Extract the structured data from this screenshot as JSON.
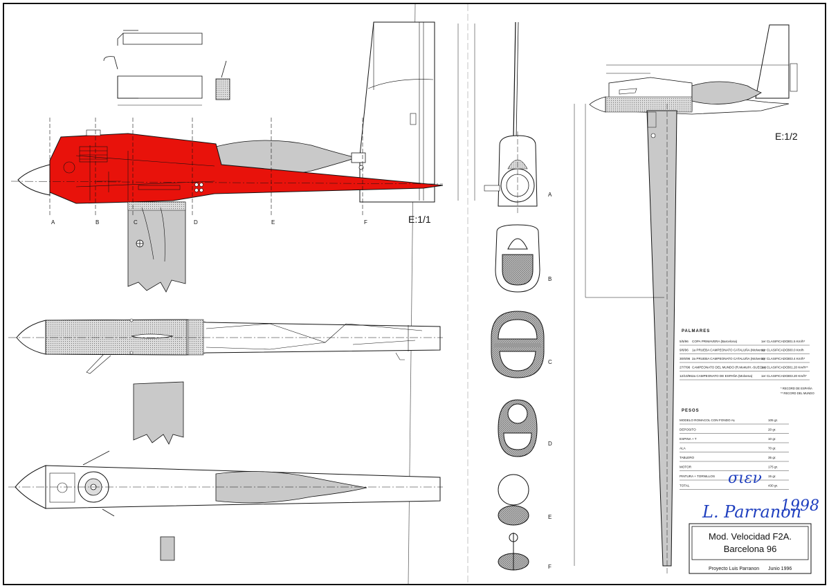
{
  "section_labels": {
    "A": "A",
    "B": "B",
    "C": "C",
    "D": "D",
    "E": "E",
    "F": "F"
  },
  "scales": {
    "full": "E:1/1",
    "half": "E:1/2"
  },
  "palmares": {
    "heading": "PALMARES",
    "rows": [
      {
        "date": "5/5/96",
        "event": "COPA PRIMAVERA (Barcelona)",
        "place": "1er CLASIFICADO",
        "speed": "301.5 Km/h*"
      },
      {
        "date": "9/6/96",
        "event": "1a PRUEBA CAMPEONATO CATALUÑA (Molvena)",
        "place": "1er CLASIFICADO",
        "speed": "300.0 Km/h"
      },
      {
        "date": "30/6/96",
        "event": "2a PRUEBA CAMPEONATO CATALUÑA (Molvena)",
        "place": "1er CLASIFICADO",
        "speed": "303.4 Km/h*"
      },
      {
        "date": "27/7/96",
        "event": "CAMPEONATO DEL MUNDO (R.Moritz/H.-SUECIA)",
        "place": "1er CLASIFICADO",
        "speed": "301.20 Km/h**"
      },
      {
        "date": "12/10/96",
        "event": "2a CAMPEONATO DE ESPAÑA (Molvena)",
        "place": "1er CLASIFICADO",
        "speed": "303.20 Km/h*"
      }
    ],
    "notes": [
      "* RECORD DE ESPAÑA",
      "** RECORD DEL MUNDO"
    ]
  },
  "pesos": {
    "heading": "PESOS",
    "rows": [
      {
        "item": "MODELO ROMACOL CON FONDO AL",
        "weight": "105 gr."
      },
      {
        "item": "DEPOSITO",
        "weight": "20 gr."
      },
      {
        "item": "ESPINA + T",
        "weight": "10 gr."
      },
      {
        "item": "ALA",
        "weight": "70 gr."
      },
      {
        "item": "TABLERO",
        "weight": "35 gr."
      },
      {
        "item": "MOTOR",
        "weight": "175 gr."
      },
      {
        "item": "PINTURA + TORNILLOS",
        "weight": "15 gr."
      },
      {
        "item": "TOTAL",
        "weight": "430 gr."
      }
    ]
  },
  "signature": {
    "word": "σιεν",
    "name": "L. Parranon",
    "year": "1998"
  },
  "title_block": {
    "line1": "Mod. Velocidad F2A.",
    "line2": "Barcelona 96",
    "author": "Proyecto Luis Parranon",
    "date": "Junio 1996"
  },
  "colors": {
    "fuselage_highlight": "#e8120b",
    "shaded_part": "#c9c9c9",
    "line": "#111111",
    "signature_ink": "#1f3fbf"
  }
}
